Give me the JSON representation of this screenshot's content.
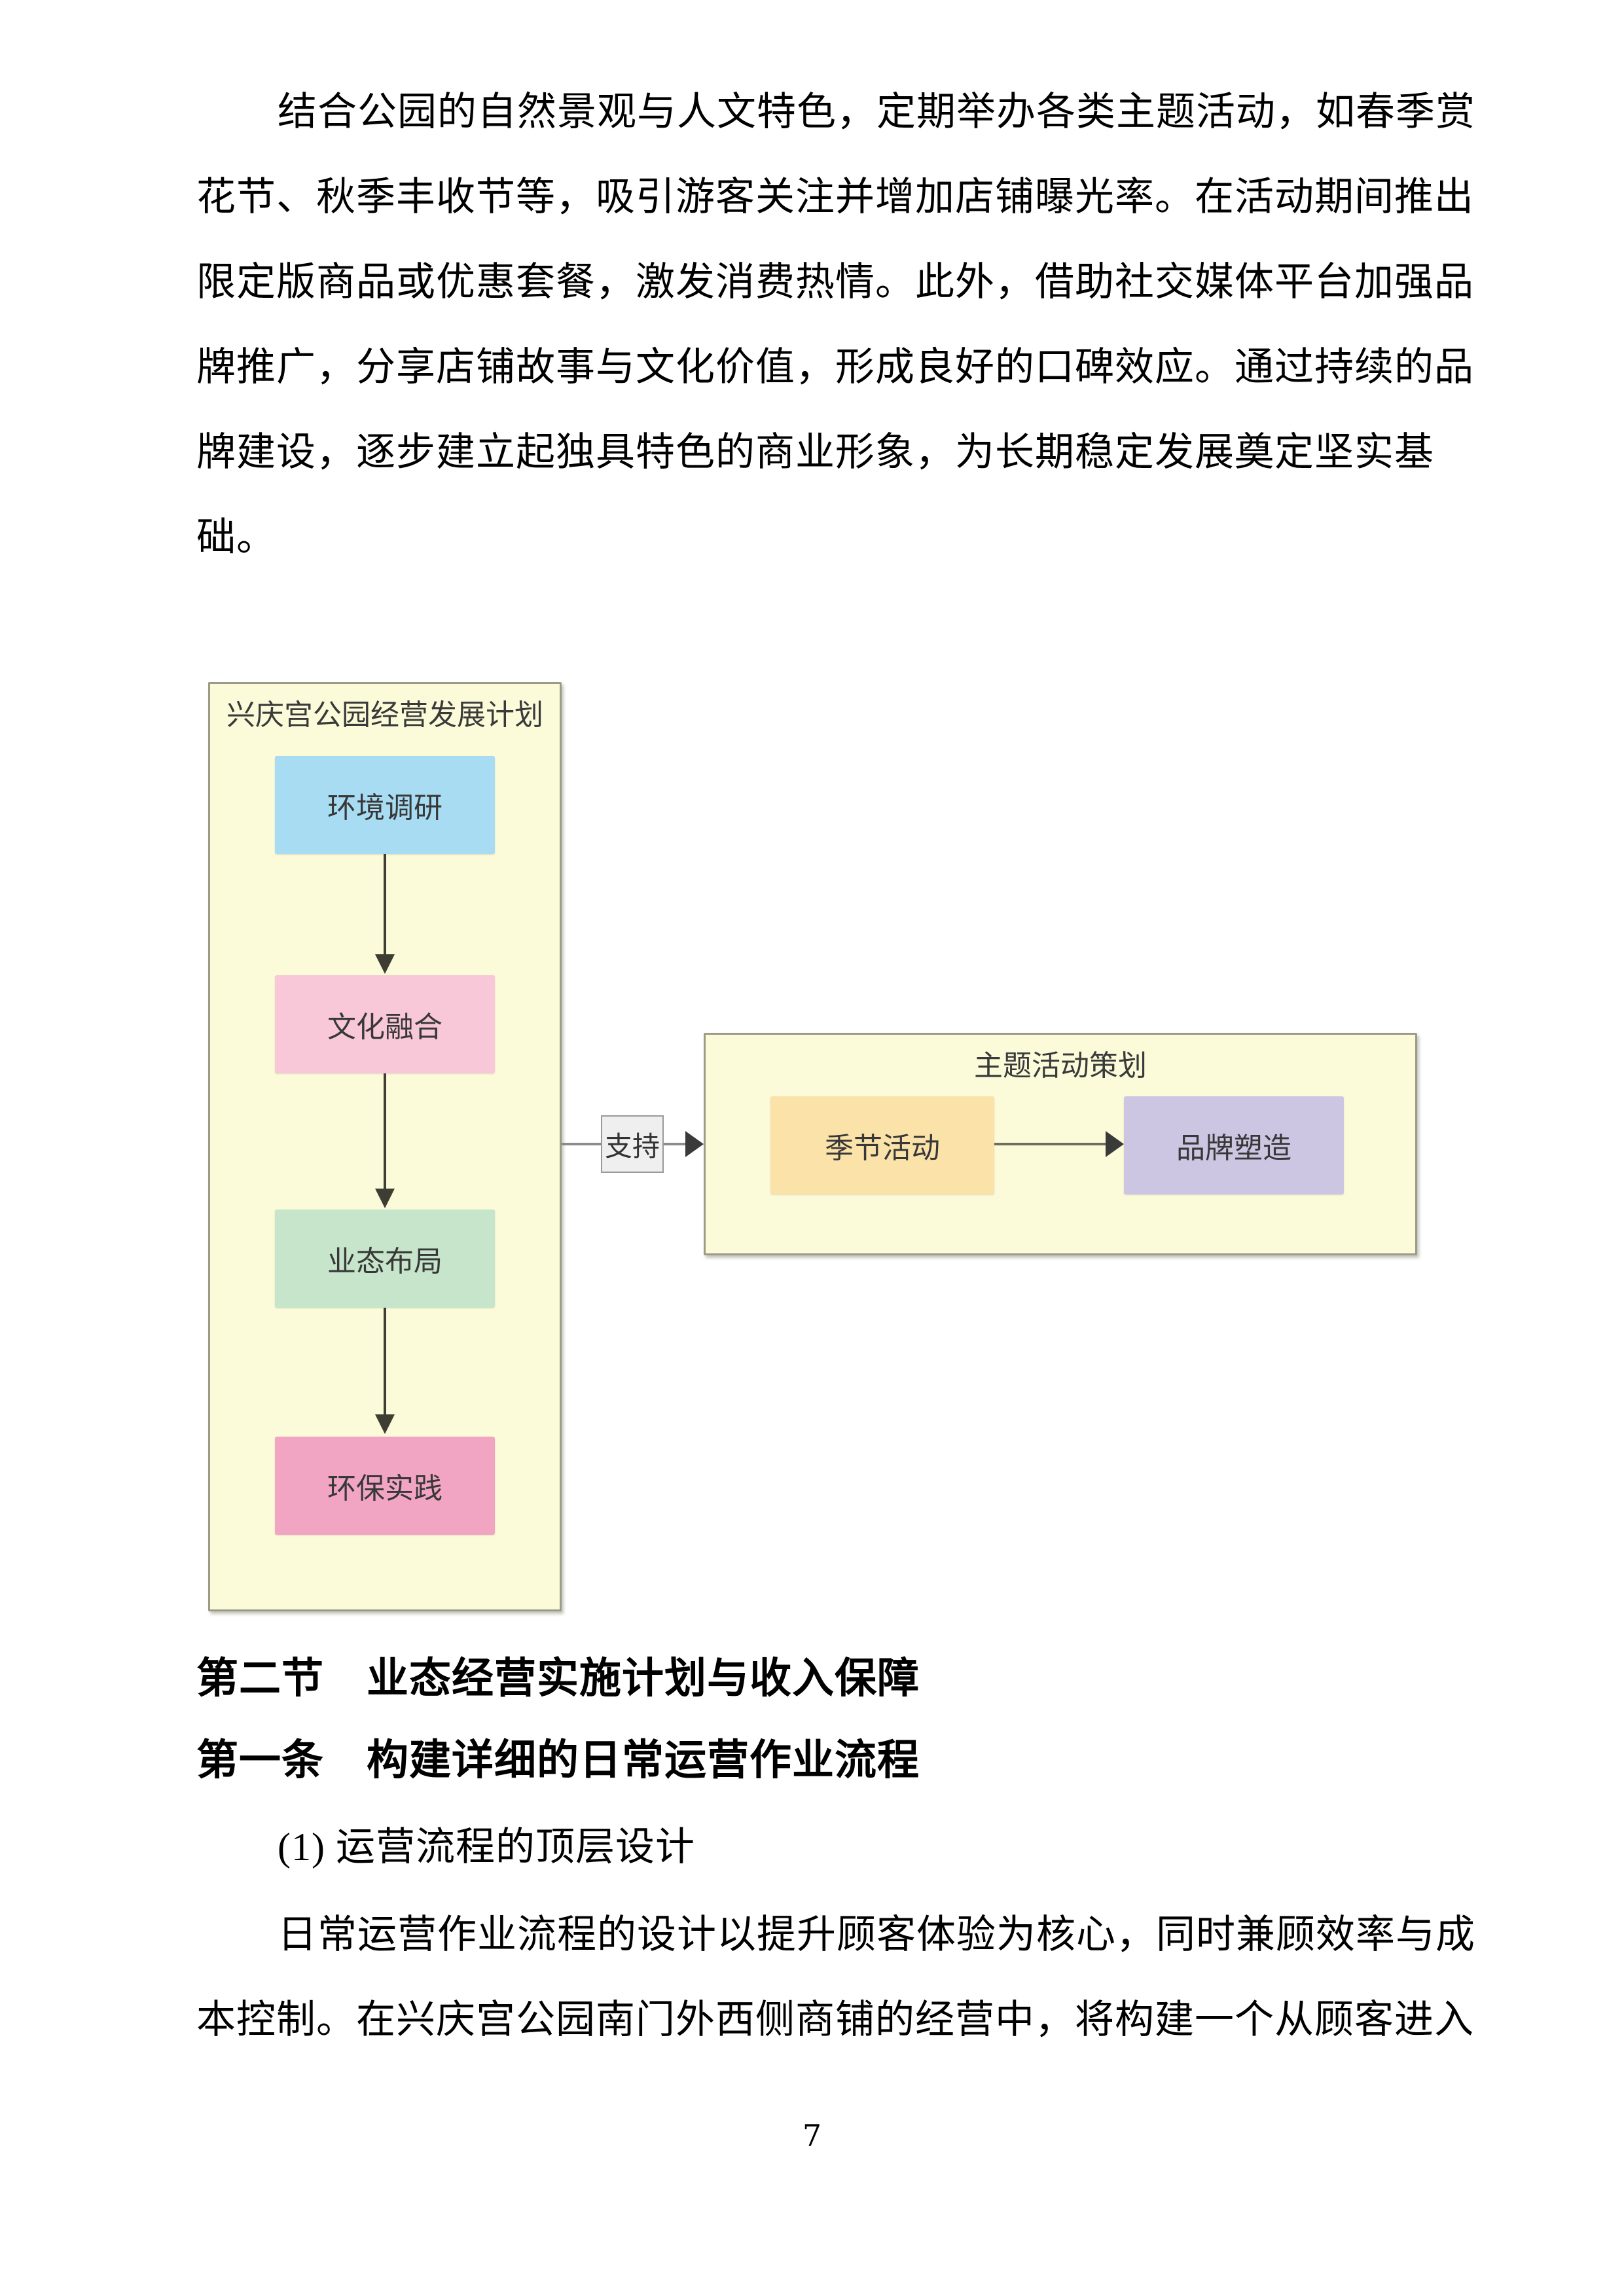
{
  "document": {
    "paragraph_intro": {
      "lines": [
        "结合公园的自然景观与人文特色，定期举办各类主题活动，如春季赏",
        "花节、秋季丰收节等，吸引游客关注并增加店铺曝光率。在活动期间推出",
        "限定版商品或优惠套餐，激发消费热情。此外，借助社交媒体平台加强品",
        "牌推广，分享店铺故事与文化价值，形成良好的口碑效应。通过持续的品",
        "牌建设，逐步建立起独具特色的商业形象，为长期稳定发展奠定坚实基",
        "础。"
      ]
    },
    "headings": {
      "section": "第二节　业态经营实施计划与收入保障",
      "article": "第一条　构建详细的日常运营作业流程"
    },
    "list_item": "(1) 运营流程的顶层设计",
    "paragraph_operations": {
      "lines": [
        "日常运营作业流程的设计以提升顾客体验为核心，同时兼顾效率与成",
        "本控制。在兴庆宫公园南门外西侧商铺的经营中，将构建一个从顾客进入"
      ]
    },
    "page_number": "7"
  },
  "diagram": {
    "left_group": {
      "title": "兴庆宫公园经营发展计划",
      "nodes": [
        {
          "label": "环境调研",
          "fill": "#A8DCF2"
        },
        {
          "label": "文化融合",
          "fill": "#F8C8D8"
        },
        {
          "label": "业态布局",
          "fill": "#C6E5CB"
        },
        {
          "label": "环保实践",
          "fill": "#F2A5C2"
        }
      ]
    },
    "connector": {
      "label": "支持"
    },
    "right_group": {
      "title": "主题活动策划",
      "nodes": [
        {
          "label": "季节活动",
          "fill": "#FAE2A9"
        },
        {
          "label": "品牌塑造",
          "fill": "#CDC6E2"
        }
      ]
    },
    "colors": {
      "container_fill": "#FBFBD9",
      "container_border": "#9B9B87",
      "arrow_dark": "#3D3D33",
      "connector_line": "#8C8C8C",
      "label_fill": "#EFEFEF",
      "label_border": "#999999"
    }
  }
}
